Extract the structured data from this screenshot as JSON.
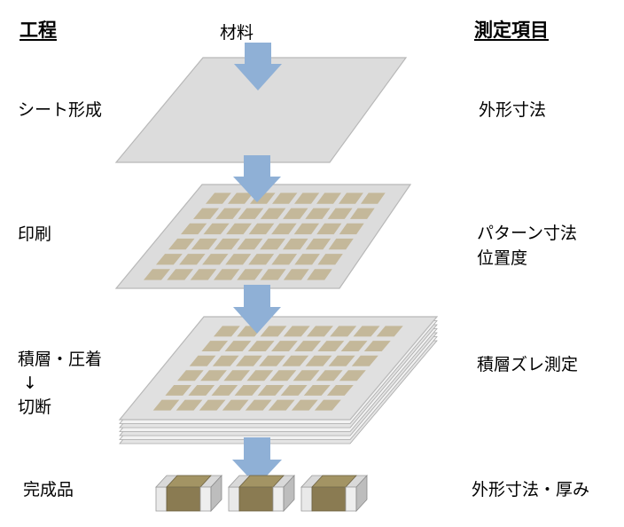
{
  "headers": {
    "process": "工程",
    "measurement": "測定項目"
  },
  "material_label": "材料",
  "process_steps": [
    {
      "lines": [
        "シート形成"
      ]
    },
    {
      "lines": [
        "印刷"
      ]
    },
    {
      "lines": [
        "積層・圧着",
        "↓",
        "切断"
      ]
    },
    {
      "lines": [
        "完成品"
      ]
    }
  ],
  "measurement_items": [
    {
      "lines": [
        "外形寸法"
      ]
    },
    {
      "lines": [
        "パターン寸法",
        "位置度"
      ]
    },
    {
      "lines": [
        "積層ズレ測定"
      ]
    },
    {
      "lines": [
        "外形寸法・厚み"
      ]
    }
  ],
  "colors": {
    "sheet_fill": "#dcdcdc",
    "sheet_edge": "#b8b8b8",
    "pad_fill": "#c4b89a",
    "arrow_fill": "#8fb0d6",
    "chip_body": "#8a7b52",
    "chip_terminal": "#d4d4d4"
  }
}
